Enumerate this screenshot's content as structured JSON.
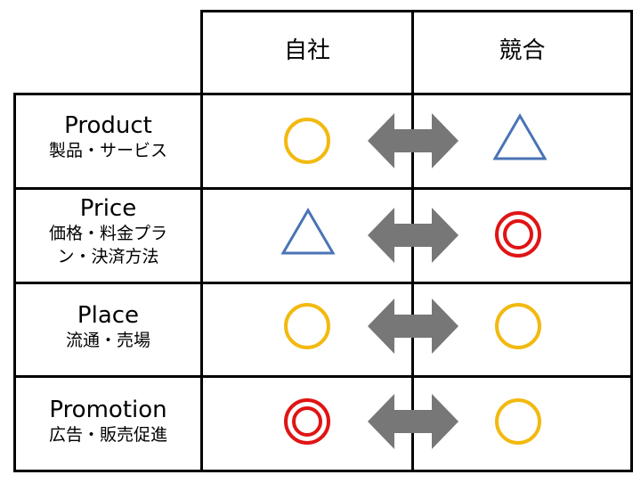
{
  "header": {
    "own": "自社",
    "competitor": "競合"
  },
  "rows": [
    {
      "title": "Product",
      "subtitle_lines": [
        "製品・サービス"
      ],
      "own_mark": "circle",
      "competitor_mark": "triangle"
    },
    {
      "title": "Price",
      "subtitle_lines": [
        "価格・料金プラ",
        "ン・決済方法"
      ],
      "own_mark": "triangle",
      "competitor_mark": "double-circle"
    },
    {
      "title": "Place",
      "subtitle_lines": [
        "流通・売場"
      ],
      "own_mark": "circle",
      "competitor_mark": "circle"
    },
    {
      "title": "Promotion",
      "subtitle_lines": [
        "広告・販売促進"
      ],
      "own_mark": "double-circle",
      "competitor_mark": "circle"
    }
  ],
  "colors": {
    "circle": "#F2B90F",
    "triangle": "#4A74B5",
    "double_circle": "#E01414",
    "arrow": "#777777",
    "grid": "#000000"
  }
}
